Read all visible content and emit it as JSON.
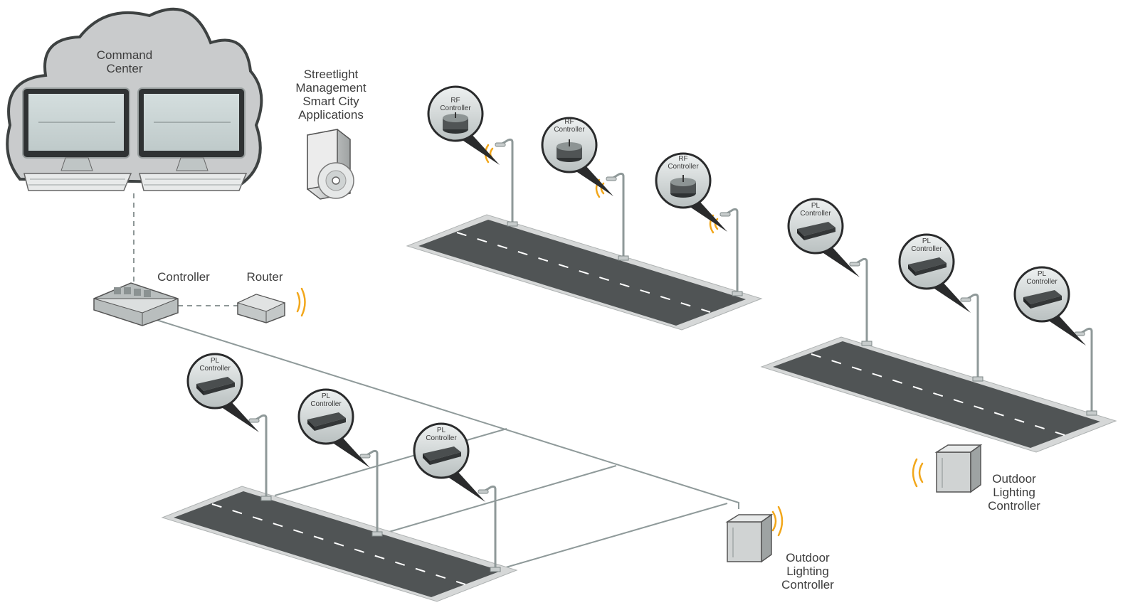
{
  "command_center": {
    "lines": [
      "Command",
      "Center"
    ]
  },
  "software": {
    "lines": [
      "Streetlight",
      "Management",
      "Smart City",
      "Applications"
    ]
  },
  "controller_label": "Controller",
  "router_label": "Router",
  "olc_bottom": {
    "lines": [
      "Outdoor",
      "Lighting",
      "Controller"
    ]
  },
  "olc_right": {
    "lines": [
      "Outdoor",
      "Lighting",
      "Controller"
    ]
  },
  "bubbles": {
    "rf": {
      "line1": "RF",
      "line2": "Controller"
    },
    "pl": {
      "line1": "PL",
      "line2": "Controller"
    }
  },
  "colors": {
    "cloud": "#c9cbcc",
    "road": "#505455",
    "sidewalk": "#d6d8d8",
    "wire": "#8f9a9a",
    "wireless": "#f2a71b",
    "bubble": "#dfe3e3"
  }
}
